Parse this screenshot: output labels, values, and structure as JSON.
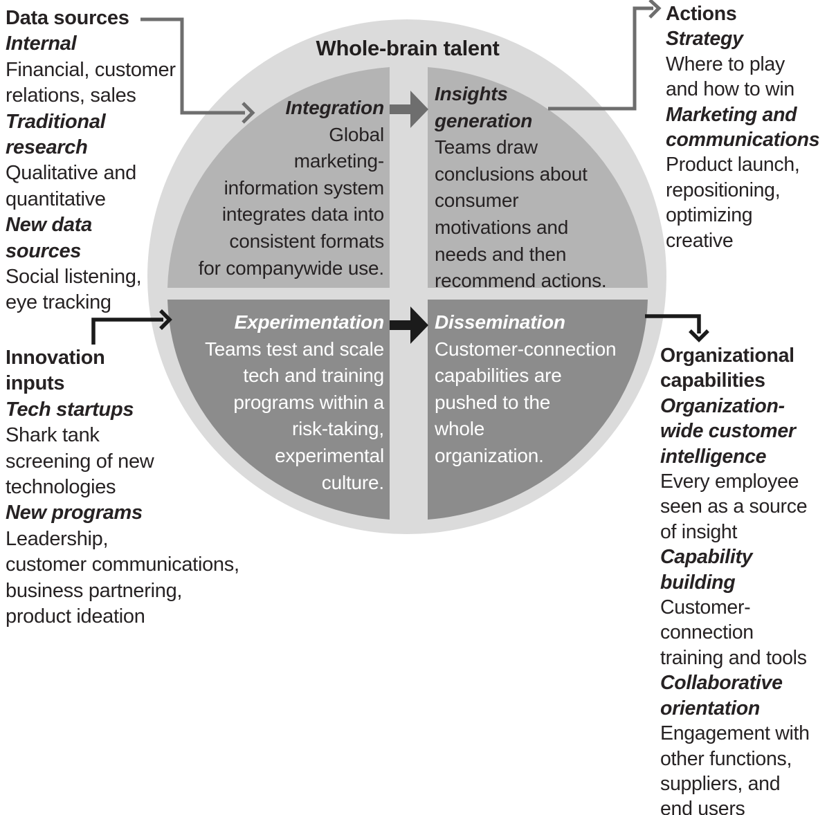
{
  "title": "Whole-brain talent",
  "left_column": {
    "data_sources": [
      {
        "t": "Data sources",
        "s": "b"
      },
      {
        "t": "Internal",
        "s": "bi"
      },
      {
        "t": "Financial, customer",
        "s": "r"
      },
      {
        "t": "relations, sales",
        "s": "r"
      },
      {
        "t": "Traditional",
        "s": "bi"
      },
      {
        "t": "research",
        "s": "bi"
      },
      {
        "t": "Qualitative and",
        "s": "r"
      },
      {
        "t": "quantitative",
        "s": "r"
      },
      {
        "t": "New data",
        "s": "bi"
      },
      {
        "t": "sources",
        "s": "bi"
      },
      {
        "t": "Social listening,",
        "s": "r"
      },
      {
        "t": "eye tracking",
        "s": "r"
      }
    ],
    "innovation_inputs": [
      {
        "t": "Innovation",
        "s": "b"
      },
      {
        "t": "inputs",
        "s": "b"
      },
      {
        "t": "Tech startups",
        "s": "bi"
      },
      {
        "t": "Shark tank",
        "s": "r"
      },
      {
        "t": "screening of new",
        "s": "r"
      },
      {
        "t": "technologies",
        "s": "r"
      },
      {
        "t": "New programs",
        "s": "bi"
      },
      {
        "t": "Leadership,",
        "s": "r"
      },
      {
        "t": "customer communications,",
        "s": "r"
      },
      {
        "t": "business partnering,",
        "s": "r"
      },
      {
        "t": "product ideation",
        "s": "r"
      }
    ]
  },
  "right_column": {
    "actions": [
      {
        "t": "Actions",
        "s": "b"
      },
      {
        "t": "Strategy",
        "s": "bi"
      },
      {
        "t": "Where to play",
        "s": "r"
      },
      {
        "t": "and how to win",
        "s": "r"
      },
      {
        "t": "Marketing and",
        "s": "bi"
      },
      {
        "t": "communications",
        "s": "bi"
      },
      {
        "t": "Product launch,",
        "s": "r"
      },
      {
        "t": "repositioning,",
        "s": "r"
      },
      {
        "t": "optimizing",
        "s": "r"
      },
      {
        "t": "creative",
        "s": "r"
      }
    ],
    "organizational_capabilities": [
      {
        "t": "Organizational",
        "s": "b"
      },
      {
        "t": "capabilities",
        "s": "b"
      },
      {
        "t": "Organization-",
        "s": "bi"
      },
      {
        "t": "wide customer",
        "s": "bi"
      },
      {
        "t": "intelligence",
        "s": "bi"
      },
      {
        "t": "Every employee",
        "s": "r"
      },
      {
        "t": "seen as a source",
        "s": "r"
      },
      {
        "t": "of insight",
        "s": "r"
      },
      {
        "t": "Capability",
        "s": "bi"
      },
      {
        "t": "building",
        "s": "bi"
      },
      {
        "t": "Customer-",
        "s": "r"
      },
      {
        "t": "connection",
        "s": "r"
      },
      {
        "t": "training and tools",
        "s": "r"
      },
      {
        "t": "Collaborative",
        "s": "bi"
      },
      {
        "t": "orientation",
        "s": "bi"
      },
      {
        "t": "Engagement with",
        "s": "r"
      },
      {
        "t": "other functions,",
        "s": "r"
      },
      {
        "t": "suppliers, and",
        "s": "r"
      },
      {
        "t": "end users",
        "s": "r"
      }
    ]
  },
  "quadrants": {
    "integration": [
      {
        "t": "Integration",
        "s": "bi"
      },
      {
        "t": "Global",
        "s": "r"
      },
      {
        "t": "marketing-",
        "s": "r"
      },
      {
        "t": "information system",
        "s": "r"
      },
      {
        "t": "integrates data into",
        "s": "r"
      },
      {
        "t": "consistent formats",
        "s": "r"
      },
      {
        "t": "for companywide use.",
        "s": "r"
      }
    ],
    "insights_generation": [
      {
        "t": "Insights",
        "s": "bi"
      },
      {
        "t": "generation",
        "s": "bi"
      },
      {
        "t": "Teams draw",
        "s": "r"
      },
      {
        "t": "conclusions about",
        "s": "r"
      },
      {
        "t": "consumer",
        "s": "r"
      },
      {
        "t": "motivations and",
        "s": "r"
      },
      {
        "t": "needs and then",
        "s": "r"
      },
      {
        "t": "recommend actions.",
        "s": "r"
      }
    ],
    "experimentation": [
      {
        "t": "Experimentation",
        "s": "bi"
      },
      {
        "t": "Teams test and scale",
        "s": "r"
      },
      {
        "t": "tech and training",
        "s": "r"
      },
      {
        "t": "programs within a",
        "s": "r"
      },
      {
        "t": "risk-taking,",
        "s": "r"
      },
      {
        "t": "experimental",
        "s": "r"
      },
      {
        "t": "culture.",
        "s": "r"
      }
    ],
    "dissemination": [
      {
        "t": "Dissemination",
        "s": "bi"
      },
      {
        "t": "Customer-connection",
        "s": "r"
      },
      {
        "t": "capabilities are",
        "s": "r"
      },
      {
        "t": "pushed to the",
        "s": "r"
      },
      {
        "t": "whole",
        "s": "r"
      },
      {
        "t": "organization.",
        "s": "r"
      }
    ]
  },
  "colors": {
    "outer_ring": "#dbdbdb",
    "top_quadrant": "#b4b4b4",
    "bottom_quadrant": "#8c8c8c",
    "gray_arrow": "#6e6e6e",
    "black_arrow": "#1b1b1b",
    "text_dark": "#262223",
    "text_light": "#ffffff"
  }
}
